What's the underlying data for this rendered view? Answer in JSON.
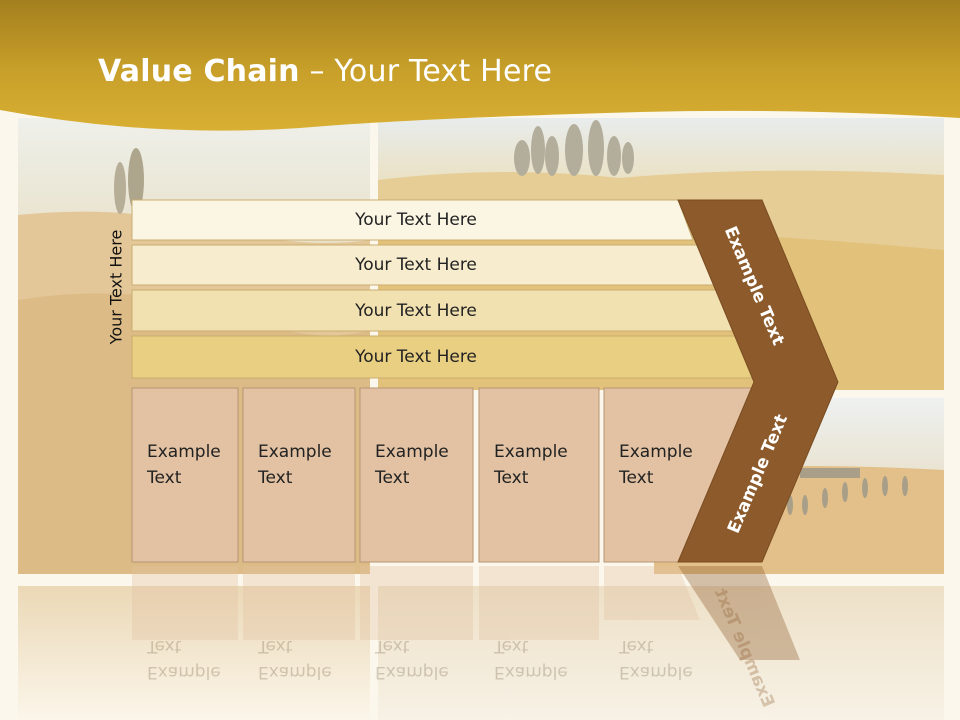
{
  "title": {
    "bold": "Value Chain",
    "rest": " – Your Text Here"
  },
  "side_label": "Your Text Here",
  "bars": [
    {
      "label": "Your Text Here",
      "color": "#fbf5e4"
    },
    {
      "label": "Your Text Here",
      "color": "#f7eccd"
    },
    {
      "label": "Your Text Here",
      "color": "#f1e0b0"
    },
    {
      "label": "Your Text Here",
      "color": "#e9cf82"
    }
  ],
  "cards": [
    {
      "line1": "Example",
      "line2": "Text"
    },
    {
      "line1": "Example",
      "line2": "Text"
    },
    {
      "line1": "Example",
      "line2": "Text"
    },
    {
      "line1": "Example",
      "line2": "Text"
    },
    {
      "line1": "Example",
      "line2": "Text"
    }
  ],
  "chevron": {
    "upper_text": "Example Text",
    "lower_text": "Example Text",
    "color": "#8c5a2b"
  },
  "colors": {
    "header_gold": "#c9a227",
    "card_fill": "#e2c2a2"
  }
}
